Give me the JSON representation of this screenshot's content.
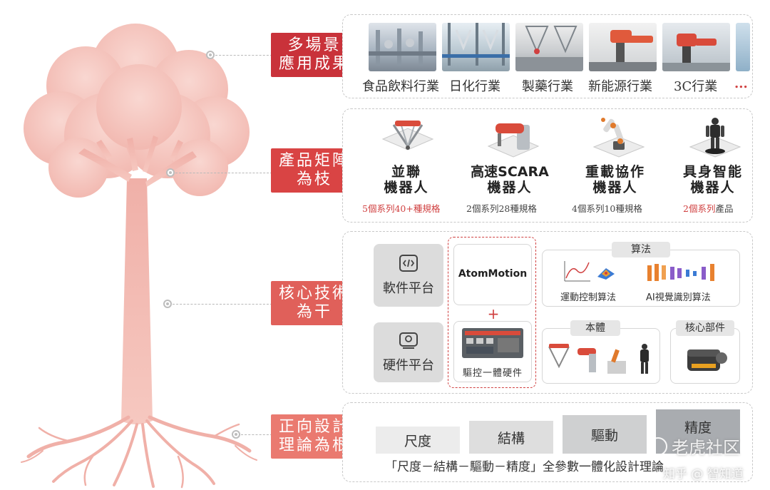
{
  "tiers": {
    "scenes": {
      "label_line1": "多場景",
      "label_line2": "應用成果",
      "color": "#c9323a"
    },
    "products": {
      "label_line1": "產品矩陣",
      "label_line2": "為枝",
      "color": "#d94444"
    },
    "tech": {
      "label_line1": "核心技術",
      "label_line2": "為干",
      "color": "#e0605a"
    },
    "theory": {
      "label_line1": "正向設計",
      "label_line2": "理論為根",
      "color": "#ea7a70"
    }
  },
  "scenes": [
    {
      "label": "食品飲料行業",
      "icon": "food-production-line"
    },
    {
      "label": "日化行業",
      "icon": "daily-chemical-line"
    },
    {
      "label": "製藥行業",
      "icon": "pharma-line"
    },
    {
      "label": "新能源行業",
      "icon": "new-energy-robot"
    },
    {
      "label": "3C行業",
      "icon": "3c-robot"
    }
  ],
  "scenes_more": "...",
  "products": [
    {
      "name_line1": "並聯",
      "name_line2": "機器人",
      "spec_a": "5個系列",
      "spec_b": "40+種規格",
      "icon": "delta-robot"
    },
    {
      "name_line1": "高速SCARA",
      "name_line2": "機器人",
      "spec_a": "2個系列",
      "spec_b": "28種規格",
      "icon": "scara-robot"
    },
    {
      "name_line1": "重載協作",
      "name_line2": "機器人",
      "spec_a": "4個系列",
      "spec_b": "10種規格",
      "icon": "collab-robot"
    },
    {
      "name_line1": "具身智能",
      "name_line2": "機器人",
      "spec_a": "2個系列",
      "spec_b": "產品",
      "icon": "humanoid-robot"
    }
  ],
  "tech": {
    "software": "軟件平台",
    "hardware": "硬件平台",
    "atommotion": "AtomMotion",
    "plus": "+",
    "drive_hw": "驅控一體硬件",
    "algorithms_title": "算法",
    "motion_control": "運動控制算法",
    "ai_vision": "AI視覺識別算法",
    "body_title": "本體",
    "core_parts_title": "核心部件"
  },
  "theory": {
    "steps": [
      "尺度",
      "結構",
      "驅動",
      "精度"
    ],
    "summary": "「尺度－結構－驅動－精度」全參數一體化設計理論"
  },
  "watermarks": {
    "main": "老虎社区",
    "sub": "知乎 @ 智知道"
  },
  "colors": {
    "accent_red": "#d04040",
    "tree_pink": "#f4c1bb",
    "panel_border": "#c8c8c8"
  }
}
